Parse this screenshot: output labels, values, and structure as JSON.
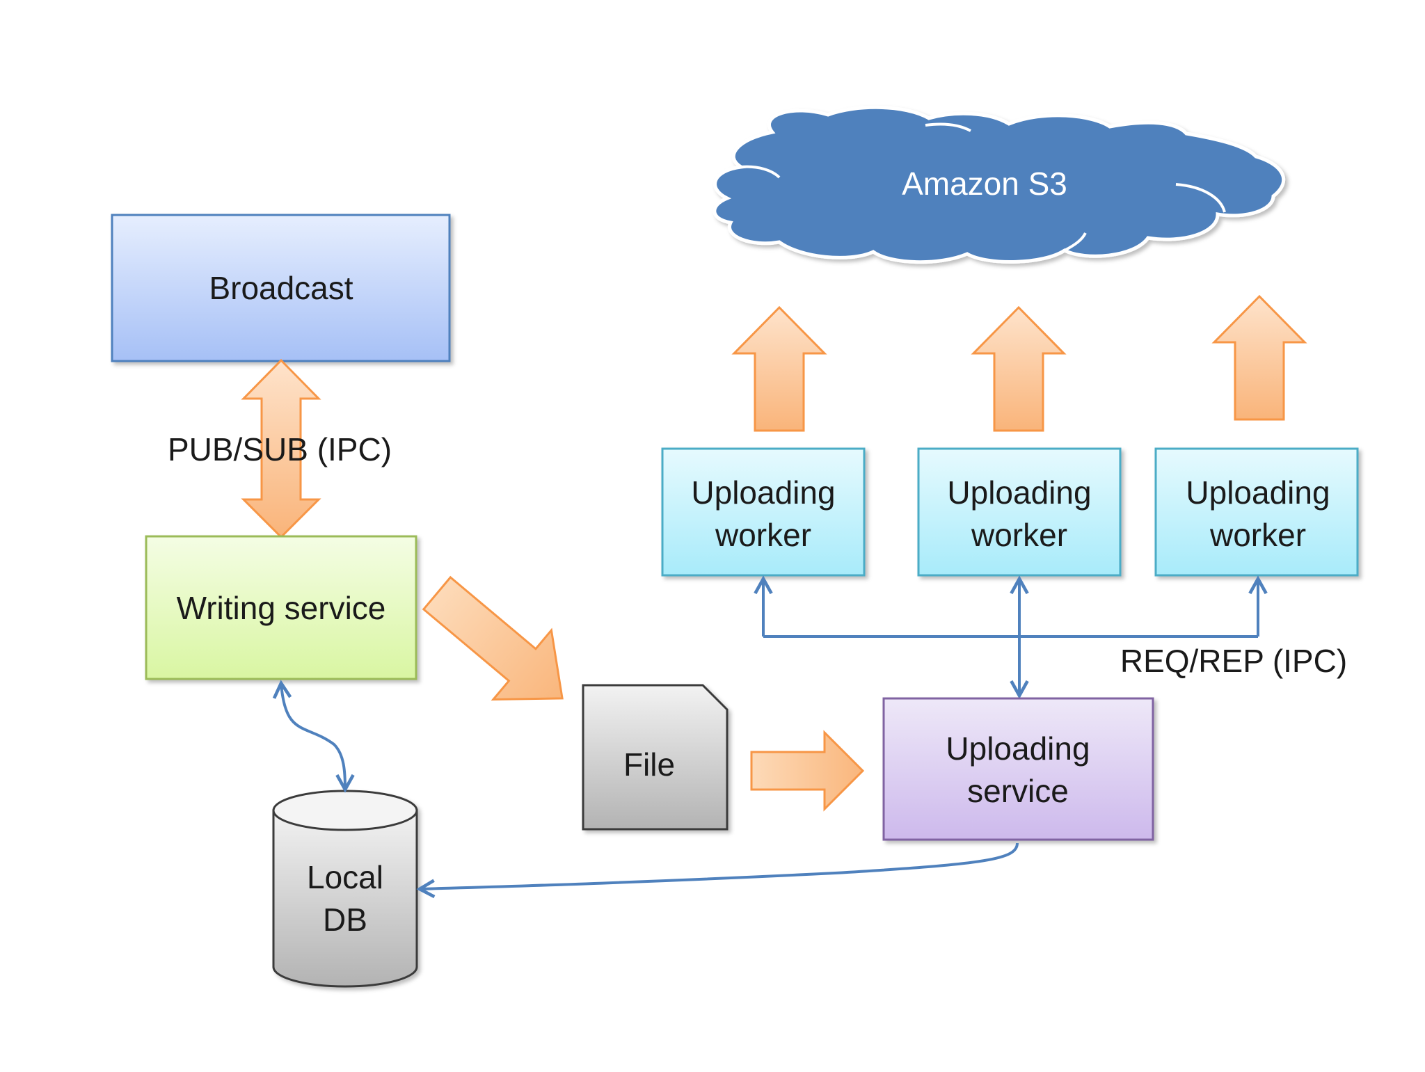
{
  "diagram": {
    "cloud": {
      "label": "Amazon S3",
      "color": "#4F81BD"
    },
    "broadcast": {
      "label": "Broadcast"
    },
    "pubsub_label": "PUB/SUB (IPC)",
    "writing_service": {
      "label": "Writing service"
    },
    "file": {
      "label": "File"
    },
    "local_db": {
      "line1": "Local",
      "line2": "DB"
    },
    "workers": [
      {
        "line1": "Uploading",
        "line2": "worker"
      },
      {
        "line1": "Uploading",
        "line2": "worker"
      },
      {
        "line1": "Uploading",
        "line2": "worker"
      }
    ],
    "reqrep_label": "REQ/REP (IPC)",
    "uploading_service": {
      "line1": "Uploading",
      "line2": "service"
    }
  },
  "colors": {
    "arrow_orange_fill": "#FBC89B",
    "arrow_orange_stroke": "#F79646",
    "connector_blue": "#4F81BD",
    "broadcast_fill": "#B7CCF8",
    "writing_fill": "#E4F7B8",
    "worker_fill": "#BCEFFA",
    "uploading_fill": "#D7C8EE",
    "gray_fill": "#C9C9C9"
  }
}
